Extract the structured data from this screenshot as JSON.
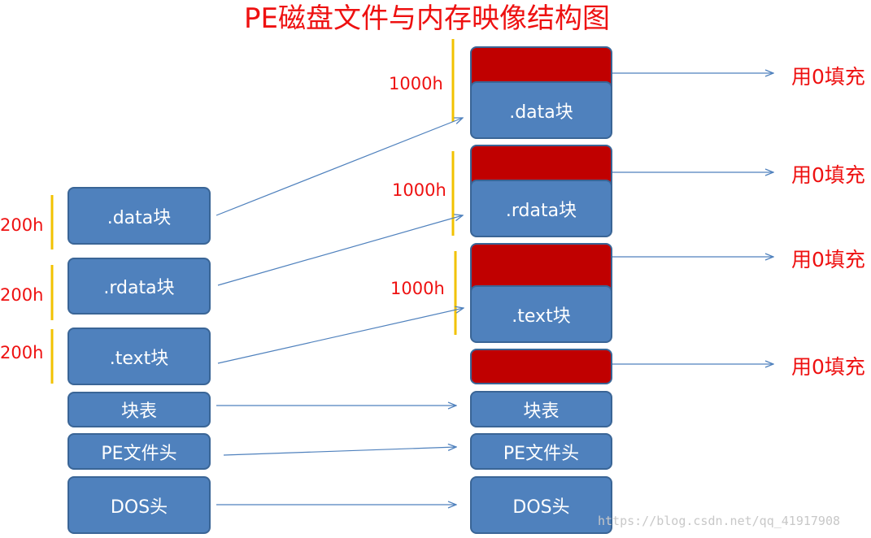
{
  "title": "PE磁盘文件与内存映像结构图",
  "file_blocks": [
    ".data块",
    ".rdata块",
    ".text块",
    "块表",
    "PE文件头",
    "DOS头"
  ],
  "file_sizes": [
    "200h",
    "200h",
    "200h"
  ],
  "memory_blocks": [
    ".data块",
    ".rdata块",
    ".text块",
    "块表",
    "PE文件头",
    "DOS头"
  ],
  "memory_sizes": [
    "1000h",
    "1000h",
    "1000h"
  ],
  "fill_labels": [
    "用0填充",
    "用0填充",
    "用0填充",
    "用0填充"
  ],
  "watermark": "https://blog.csdn.net/qq_41917908",
  "colors": {
    "block_fill": "#4f81bd",
    "block_border": "#3a6596",
    "padding_fill": "#c00000",
    "bracket": "#f2c200",
    "text_red": "#ee1111",
    "arrow": "#4f81bd"
  }
}
